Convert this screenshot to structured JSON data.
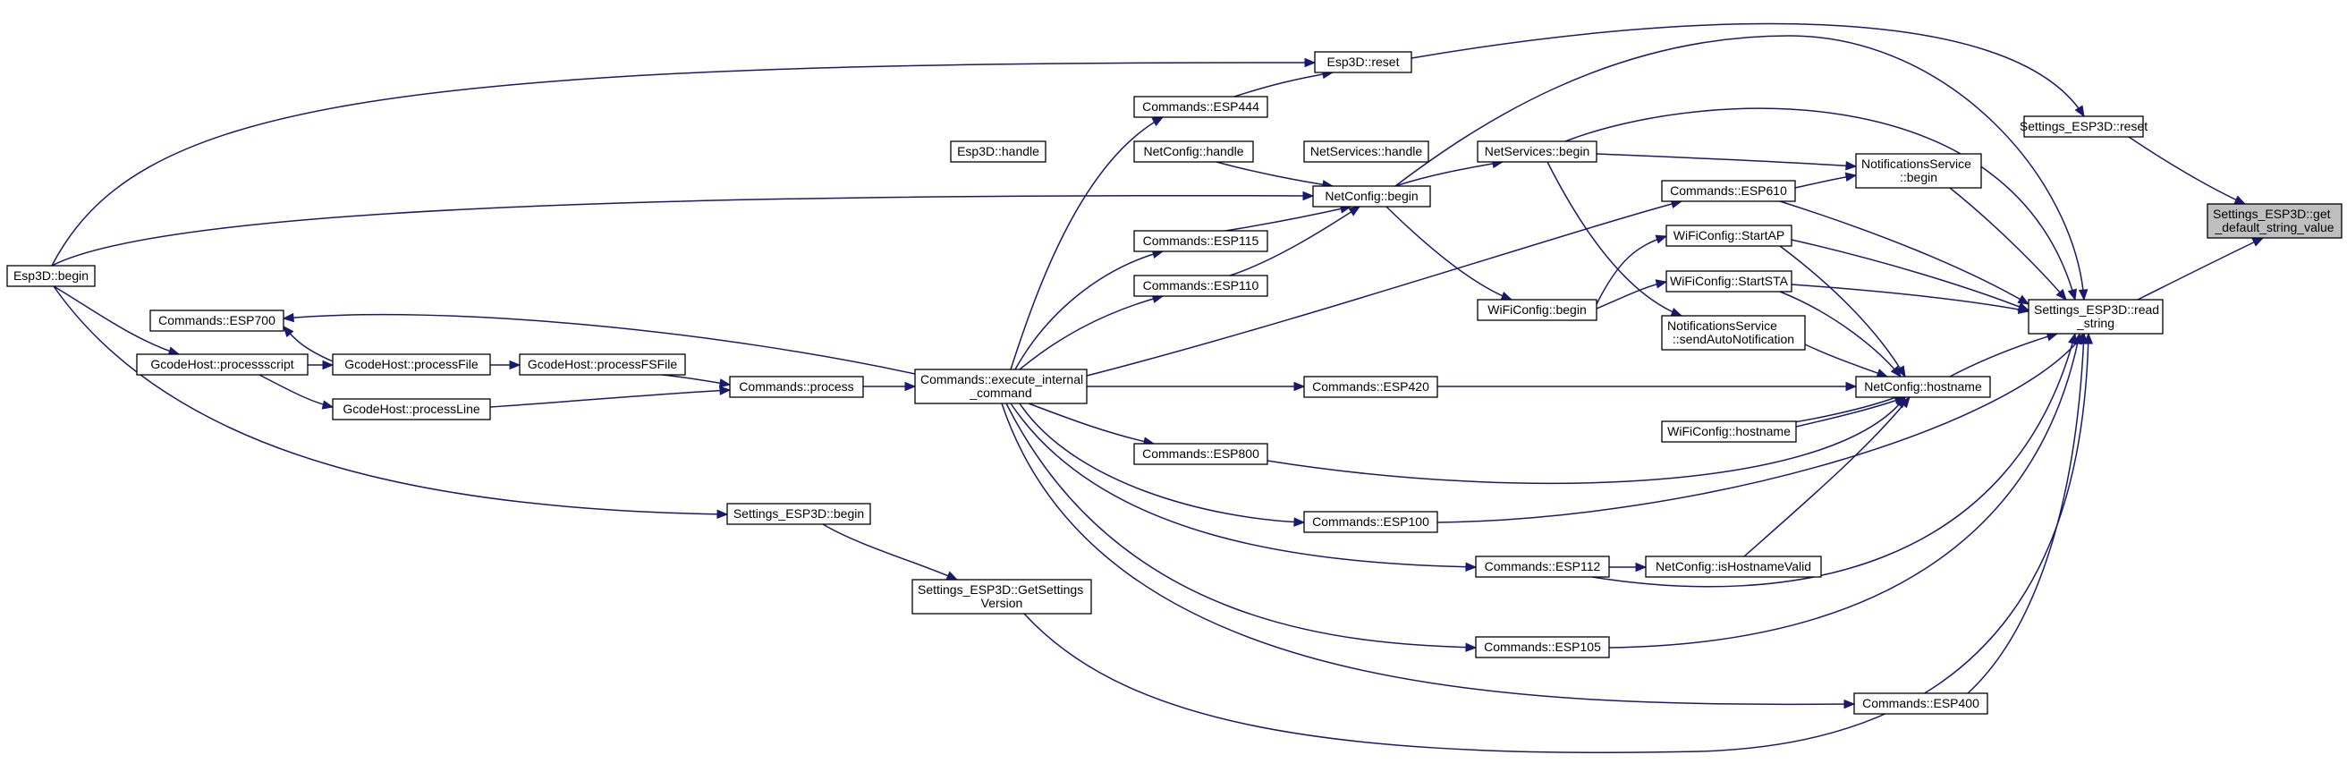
{
  "colors": {
    "edge": "#191970",
    "focus_fill": "#bfbfbf",
    "node_stroke": "#000000"
  },
  "nodes": [
    {
      "id": "get_default",
      "lines": [
        "Settings_ESP3D::get",
        "_default_string_value"
      ],
      "focus": true
    },
    {
      "id": "settings_reset",
      "lines": [
        "Settings_ESP3D::reset"
      ]
    },
    {
      "id": "read_string",
      "lines": [
        "Settings_ESP3D::read",
        "_string"
      ]
    },
    {
      "id": "esp3d_reset",
      "lines": [
        "Esp3D::reset"
      ]
    },
    {
      "id": "esp3d_begin",
      "lines": [
        "Esp3D::begin"
      ]
    },
    {
      "id": "esp444",
      "lines": [
        "Commands::ESP444"
      ]
    },
    {
      "id": "esp3d_handle",
      "lines": [
        "Esp3D::handle"
      ]
    },
    {
      "id": "netconfig_handle",
      "lines": [
        "NetConfig::handle"
      ]
    },
    {
      "id": "netservices_handle",
      "lines": [
        "NetServices::handle"
      ]
    },
    {
      "id": "netservices_begin",
      "lines": [
        "NetServices::begin"
      ]
    },
    {
      "id": "notif_begin",
      "lines": [
        "NotificationsService",
        "::begin"
      ]
    },
    {
      "id": "esp610",
      "lines": [
        "Commands::ESP610"
      ]
    },
    {
      "id": "netconfig_begin",
      "lines": [
        "NetConfig::begin"
      ]
    },
    {
      "id": "esp115",
      "lines": [
        "Commands::ESP115"
      ]
    },
    {
      "id": "esp110",
      "lines": [
        "Commands::ESP110"
      ]
    },
    {
      "id": "startap",
      "lines": [
        "WiFiConfig::StartAP"
      ]
    },
    {
      "id": "startsta",
      "lines": [
        "WiFiConfig::StartSTA"
      ]
    },
    {
      "id": "wifi_begin",
      "lines": [
        "WiFiConfig::begin"
      ]
    },
    {
      "id": "send_notif",
      "lines": [
        "NotificationsService",
        "::sendAutoNotification"
      ]
    },
    {
      "id": "esp700",
      "lines": [
        "Commands::ESP700"
      ]
    },
    {
      "id": "processscript",
      "lines": [
        "GcodeHost::processscript"
      ]
    },
    {
      "id": "processfile",
      "lines": [
        "GcodeHost::processFile"
      ]
    },
    {
      "id": "processfsfile",
      "lines": [
        "GcodeHost::processFSFile"
      ]
    },
    {
      "id": "processline",
      "lines": [
        "GcodeHost::processLine"
      ]
    },
    {
      "id": "process",
      "lines": [
        "Commands::process"
      ]
    },
    {
      "id": "exec_cmd",
      "lines": [
        "Commands::execute_internal",
        "_command"
      ]
    },
    {
      "id": "esp420",
      "lines": [
        "Commands::ESP420"
      ]
    },
    {
      "id": "nc_hostname",
      "lines": [
        "NetConfig::hostname"
      ]
    },
    {
      "id": "wifi_hostname",
      "lines": [
        "WiFiConfig::hostname"
      ]
    },
    {
      "id": "esp800",
      "lines": [
        "Commands::ESP800"
      ]
    },
    {
      "id": "esp100",
      "lines": [
        "Commands::ESP100"
      ]
    },
    {
      "id": "settings_begin",
      "lines": [
        "Settings_ESP3D::begin"
      ]
    },
    {
      "id": "esp112",
      "lines": [
        "Commands::ESP112"
      ]
    },
    {
      "id": "ishostvalid",
      "lines": [
        "NetConfig::isHostnameValid"
      ]
    },
    {
      "id": "getsettingsver",
      "lines": [
        "Settings_ESP3D::GetSettings",
        "Version"
      ]
    },
    {
      "id": "esp105",
      "lines": [
        "Commands::ESP105"
      ]
    },
    {
      "id": "esp400",
      "lines": [
        "Commands::ESP400"
      ]
    }
  ],
  "edges": [
    {
      "from": "settings_reset",
      "to": "get_default"
    },
    {
      "from": "read_string",
      "to": "get_default"
    },
    {
      "from": "esp3d_reset",
      "to": "settings_reset"
    },
    {
      "from": "esp3d_begin",
      "to": "esp3d_reset"
    },
    {
      "from": "esp444",
      "to": "esp3d_reset"
    },
    {
      "from": "exec_cmd",
      "to": "esp444"
    },
    {
      "from": "esp3d_handle",
      "to": "netconfig_handle"
    },
    {
      "from": "netconfig_handle",
      "to": "netservices_handle"
    },
    {
      "from": "netservices_handle",
      "to": "netservices_begin"
    },
    {
      "from": "netconfig_handle",
      "to": "netconfig_begin"
    },
    {
      "from": "netconfig_begin",
      "to": "netservices_begin"
    },
    {
      "from": "esp3d_begin",
      "to": "netconfig_begin"
    },
    {
      "from": "esp115",
      "to": "netconfig_begin"
    },
    {
      "from": "esp110",
      "to": "netconfig_begin"
    },
    {
      "from": "exec_cmd",
      "to": "esp115"
    },
    {
      "from": "exec_cmd",
      "to": "esp110"
    },
    {
      "from": "netconfig_begin",
      "to": "read_string"
    },
    {
      "from": "netservices_begin",
      "to": "read_string"
    },
    {
      "from": "netservices_begin",
      "to": "notif_begin"
    },
    {
      "from": "netservices_begin",
      "to": "send_notif"
    },
    {
      "from": "esp610",
      "to": "notif_begin"
    },
    {
      "from": "exec_cmd",
      "to": "esp610"
    },
    {
      "from": "notif_begin",
      "to": "read_string"
    },
    {
      "from": "esp610",
      "to": "read_string"
    },
    {
      "from": "netconfig_begin",
      "to": "wifi_begin"
    },
    {
      "from": "wifi_begin",
      "to": "startap"
    },
    {
      "from": "wifi_begin",
      "to": "startsta"
    },
    {
      "from": "startap",
      "to": "read_string"
    },
    {
      "from": "startsta",
      "to": "read_string"
    },
    {
      "from": "startap",
      "to": "nc_hostname"
    },
    {
      "from": "startsta",
      "to": "nc_hostname"
    },
    {
      "from": "send_notif",
      "to": "nc_hostname"
    },
    {
      "from": "nc_hostname",
      "to": "read_string"
    },
    {
      "from": "nc_hostname",
      "to": "wifi_hostname"
    },
    {
      "from": "wifi_hostname",
      "to": "nc_hostname"
    },
    {
      "from": "esp3d_begin",
      "to": "processscript"
    },
    {
      "from": "processscript",
      "to": "processfile"
    },
    {
      "from": "processscript",
      "to": "processline"
    },
    {
      "from": "processfile",
      "to": "esp700"
    },
    {
      "from": "exec_cmd",
      "to": "esp700"
    },
    {
      "from": "processfile",
      "to": "processfsfile"
    },
    {
      "from": "processfsfile",
      "to": "process"
    },
    {
      "from": "processline",
      "to": "process"
    },
    {
      "from": "process",
      "to": "exec_cmd"
    },
    {
      "from": "exec_cmd",
      "to": "esp420"
    },
    {
      "from": "esp420",
      "to": "nc_hostname"
    },
    {
      "from": "exec_cmd",
      "to": "esp800"
    },
    {
      "from": "esp800",
      "to": "nc_hostname"
    },
    {
      "from": "exec_cmd",
      "to": "esp100"
    },
    {
      "from": "esp100",
      "to": "read_string"
    },
    {
      "from": "esp3d_begin",
      "to": "settings_begin"
    },
    {
      "from": "settings_begin",
      "to": "getsettingsver"
    },
    {
      "from": "exec_cmd",
      "to": "esp112"
    },
    {
      "from": "esp112",
      "to": "ishostvalid"
    },
    {
      "from": "ishostvalid",
      "to": "nc_hostname"
    },
    {
      "from": "esp112",
      "to": "read_string"
    },
    {
      "from": "exec_cmd",
      "to": "esp105"
    },
    {
      "from": "esp105",
      "to": "read_string"
    },
    {
      "from": "exec_cmd",
      "to": "esp400"
    },
    {
      "from": "esp400",
      "to": "read_string"
    },
    {
      "from": "getsettingsver",
      "to": "read_string"
    }
  ]
}
